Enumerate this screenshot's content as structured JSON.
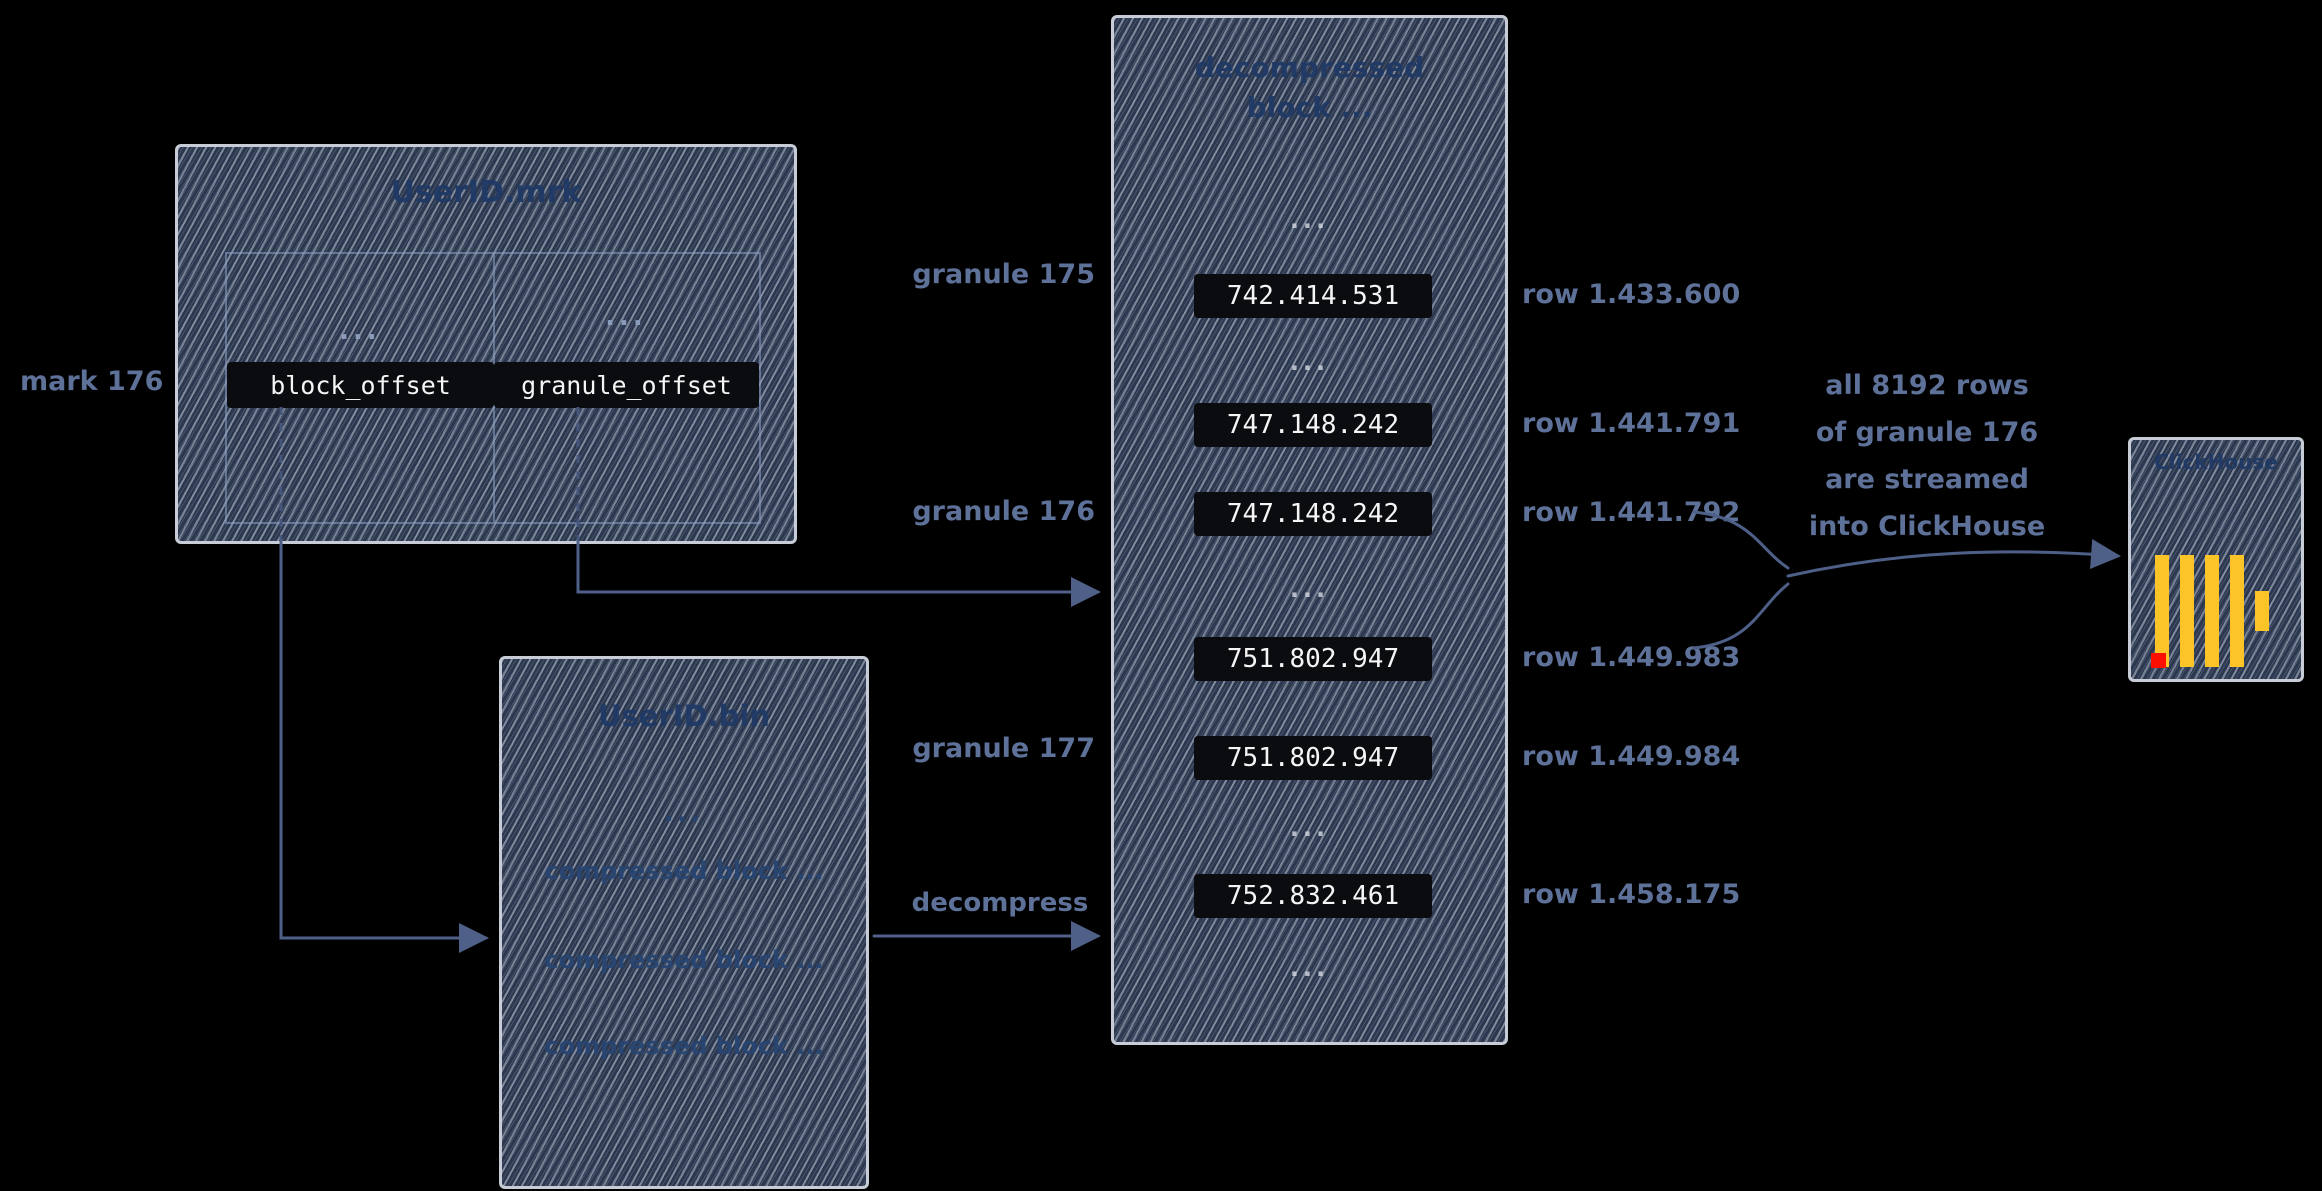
{
  "colors": {
    "background": "#000000",
    "box_fill": "#2b3850",
    "box_border": "#c7ccd6",
    "label_blue": "#5e7199",
    "faint_navy": "#274572",
    "arrow": "#4e6088",
    "value_bg": "#0a0c10",
    "value_text": "#f5f5f5",
    "logo_yellow": "#fcc426",
    "logo_red": "#fa0f00"
  },
  "mrk": {
    "title": "UserID.mrk",
    "mark_label": "mark 176",
    "dots": "...",
    "col1_header": "block_offset",
    "col2_header": "granule_offset"
  },
  "bin": {
    "title": "UserID.bin",
    "dots": "...",
    "rows": [
      "compressed block ...",
      "compressed block ...",
      "compressed block ..."
    ]
  },
  "block": {
    "title1": "decompressed",
    "title2": "block ...",
    "dots": "...",
    "values": [
      "742.414.531",
      "747.148.242",
      "747.148.242",
      "751.802.947",
      "751.802.947",
      "752.832.461"
    ],
    "granules": [
      "granule 175",
      "granule 176",
      "granule 177"
    ],
    "rows": [
      "row 1.433.600",
      "row 1.441.791",
      "row 1.441.792",
      "row 1.449.983",
      "row 1.449.984",
      "row 1.458.175"
    ]
  },
  "decompress_label": "decompress",
  "note": {
    "lines": [
      "all 8192 rows",
      "of granule 176",
      "are streamed",
      "into ClickHouse"
    ]
  },
  "clickhouse": {
    "title": "ClickHouse"
  }
}
